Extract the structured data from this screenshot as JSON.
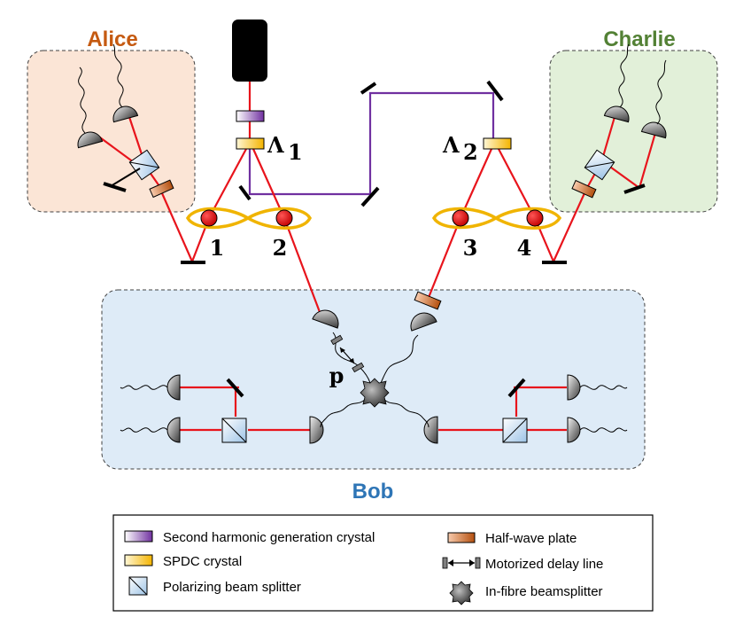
{
  "parties": {
    "alice": "Alice",
    "charlie": "Charlie",
    "bob": "Bob"
  },
  "crystals": {
    "lambda1": "Λ",
    "lambda1_sub": "1",
    "lambda2": "Λ",
    "lambda2_sub": "2"
  },
  "photons": [
    "1",
    "2",
    "3",
    "4"
  ],
  "delay_label": "p",
  "legend": {
    "shg": "Second harmonic generation crystal",
    "spdc": "SPDC crystal",
    "pbs": "Polarizing beam splitter",
    "hwp": "Half-wave plate",
    "delay": "Motorized delay line",
    "fbs": "In-fibre beamsplitter"
  },
  "colors": {
    "beam_red": "#e8141c",
    "beam_purple": "#7030a0",
    "alice": "#c55a11",
    "charlie": "#538135",
    "bob": "#2e75b6",
    "alice_bg": "#fbe5d6",
    "charlie_bg": "#e2f0d9",
    "bob_bg": "#deebf7"
  }
}
